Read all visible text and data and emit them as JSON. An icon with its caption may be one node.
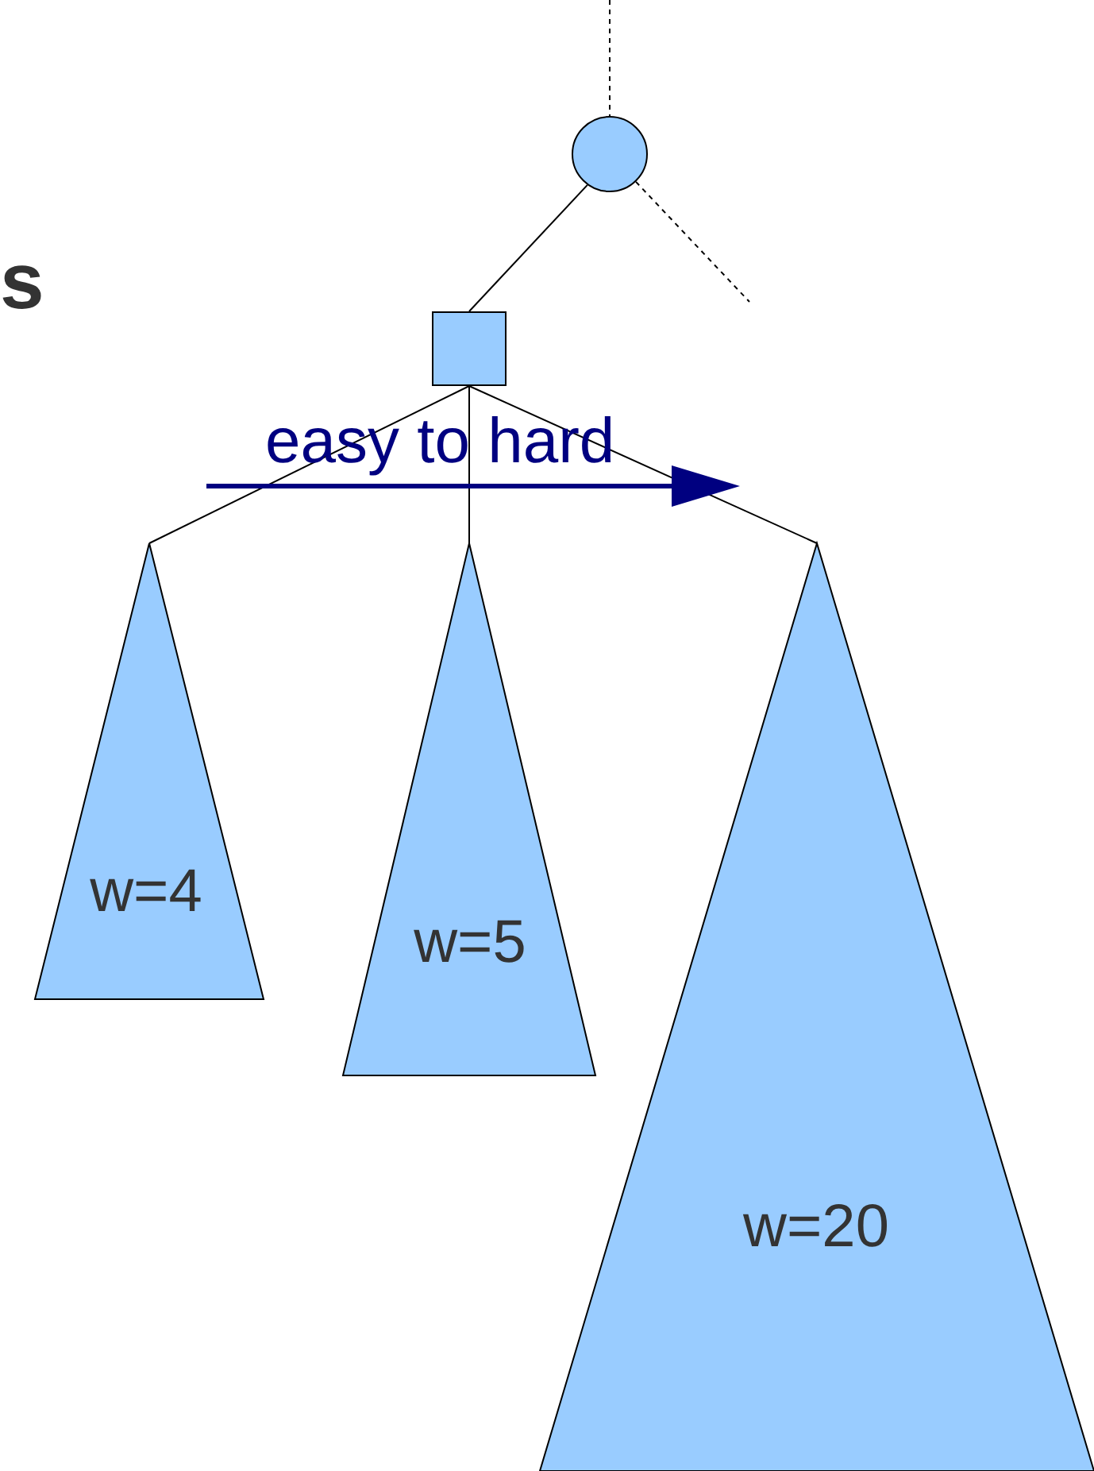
{
  "diagram": {
    "nodes": [
      {
        "text": [],
        "shape": "circle"
      },
      {
        "text": [],
        "shape": "box"
      },
      {
        "text": [
          "w=4"
        ]
      },
      {
        "text": [
          "w=5"
        ]
      },
      {
        "text": [
          "w=20"
        ]
      }
    ],
    "edges": [
      {
        "from": null,
        "to": 0,
        "arrow": "none",
        "style": "dashed"
      },
      {
        "from": 0,
        "to": null,
        "arrow": "none",
        "style": "dashed"
      },
      {
        "from": 0,
        "to": 1,
        "arrow": "none"
      },
      {
        "from": 1,
        "to": 2,
        "arrow": "none"
      },
      {
        "from": 1,
        "to": 3,
        "arrow": "none"
      },
      {
        "from": 1,
        "to": 4,
        "arrow": "none"
      }
    ],
    "labels": [
      "s",
      "easy to hard"
    ]
  }
}
